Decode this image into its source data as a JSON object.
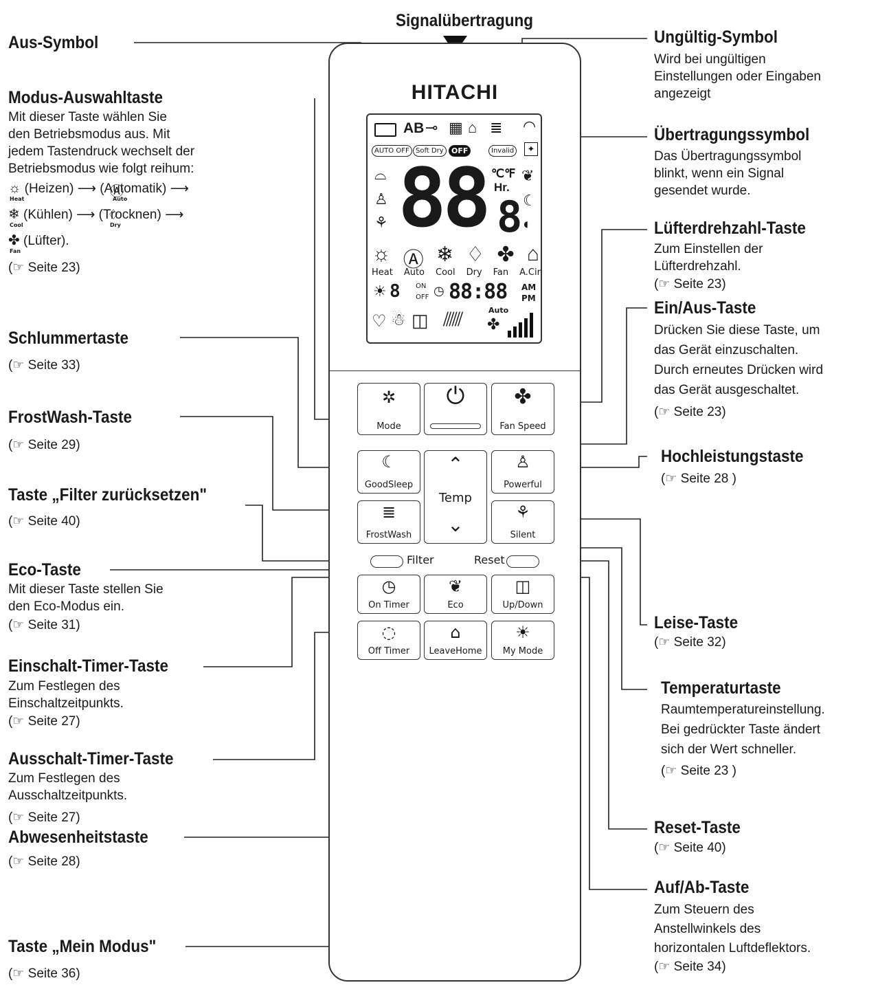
{
  "remote": {
    "brand": "HITACHI",
    "signal_label": "Signalübertragung",
    "lcd": {
      "ab": "AB",
      "auto_off": "AUTO OFF",
      "soft_dry": "Soft Dry",
      "off": "OFF",
      "invalid": "Invalid",
      "temp_digits": "88",
      "temp_small": "8",
      "units": "℃℉",
      "hr": "Hr.",
      "modes": [
        "Heat",
        "Auto",
        "Cool",
        "Dry",
        "Fan",
        "A.Cir"
      ],
      "on": "ON",
      "off_small": "OFF",
      "clock": "88:88",
      "am": "AM",
      "pm": "PM",
      "auto": "Auto"
    },
    "buttons": {
      "mode": "Mode",
      "fan_speed": "Fan Speed",
      "good_sleep": "GoodSleep",
      "temp": "Temp",
      "powerful": "Powerful",
      "frostwash": "FrostWash",
      "silent": "Silent",
      "filter": "Filter",
      "reset": "Reset",
      "on_timer": "On Timer",
      "eco": "Eco",
      "up_down": "Up/Down",
      "off_timer": "Off Timer",
      "leave_home": "LeaveHome",
      "my_mode": "My Mode"
    }
  },
  "callouts_left": {
    "aus_symbol": {
      "title": "Aus-Symbol"
    },
    "modus": {
      "title": "Modus-Auswahltaste",
      "desc": [
        "Mit dieser Taste wählen Sie",
        "den Betriebsmodus aus. Mit",
        "jedem Tastendruck wechselt der",
        "Betriebsmodus wie folgt reihum:"
      ],
      "seq1": "(Heizen) ⟶   (Automatik) ⟶",
      "seq2": "(Kühlen) ⟶   (Trocknen) ⟶",
      "seq3": "(Lüfter).",
      "ref": "( Seite 23)",
      "icon_sub": [
        "Heat",
        "Auto",
        "Cool",
        "Dry",
        "Fan"
      ]
    },
    "schlummer": {
      "title": "Schlummertaste",
      "ref": "( Seite 33)"
    },
    "frostwash": {
      "title": "FrostWash-Taste",
      "ref": "( Seite 29)"
    },
    "filter": {
      "title": "Taste „Filter zurücksetzen\"",
      "ref": "( Seite 40)"
    },
    "eco": {
      "title": "Eco-Taste",
      "desc": [
        "Mit dieser Taste stellen Sie",
        "den Eco-Modus ein."
      ],
      "ref": "( Seite 31)"
    },
    "einschalt": {
      "title": "Einschalt-Timer-Taste",
      "desc": [
        "Zum Festlegen des",
        "Einschaltzeitpunkts."
      ],
      "ref": "( Seite 27)"
    },
    "ausschalt": {
      "title": "Ausschalt-Timer-Taste",
      "desc": [
        "Zum Festlegen des",
        "Ausschaltzeitpunkts."
      ],
      "ref": "( Seite 27)"
    },
    "abwesenheit": {
      "title": "Abwesenheitstaste",
      "ref": "( Seite 28)"
    },
    "mein_modus": {
      "title": "Taste „Mein Modus\"",
      "ref": "( Seite 36)"
    }
  },
  "callouts_right": {
    "ungueltig": {
      "title": "Ungültig-Symbol",
      "desc": [
        "Wird bei ungültigen",
        "Einstellungen oder Eingaben",
        "angezeigt"
      ]
    },
    "uebertragung": {
      "title": "Übertragungssymbol",
      "desc": [
        "Das Übertragungssymbol",
        "blinkt, wenn ein Signal",
        "gesendet wurde."
      ]
    },
    "luefter": {
      "title": "Lüfterdrehzahl-Taste",
      "desc": [
        "Zum Einstellen der",
        "Lüfterdrehzahl."
      ],
      "ref": "( Seite 23)"
    },
    "einaus": {
      "title": "Ein/Aus-Taste",
      "desc": [
        "Drücken Sie diese Taste, um",
        "das Gerät einzuschalten.",
        "Durch erneutes Drücken wird",
        "das Gerät ausgeschaltet."
      ],
      "ref": "( Seite 23)"
    },
    "hochleistung": {
      "title": "Hochleistungstaste",
      "ref": "( Seite 28 )"
    },
    "leise": {
      "title": "Leise-Taste",
      "ref": "( Seite 32)"
    },
    "temperatur": {
      "title": "Temperaturtaste",
      "desc": [
        "Raumtemperatureinstellung.",
        "Bei gedrückter Taste ändert",
        "sich der Wert schneller."
      ],
      "ref": "( Seite 23 )"
    },
    "reset": {
      "title": "Reset-Taste",
      "ref": "( Seite 40)"
    },
    "aufab": {
      "title": "Auf/Ab-Taste",
      "desc": [
        "Zum Steuern des",
        "Anstellwinkels des",
        "horizontalen Luftdeflektors."
      ],
      "ref": "( Seite 34)"
    }
  },
  "ref_icon": "☞"
}
